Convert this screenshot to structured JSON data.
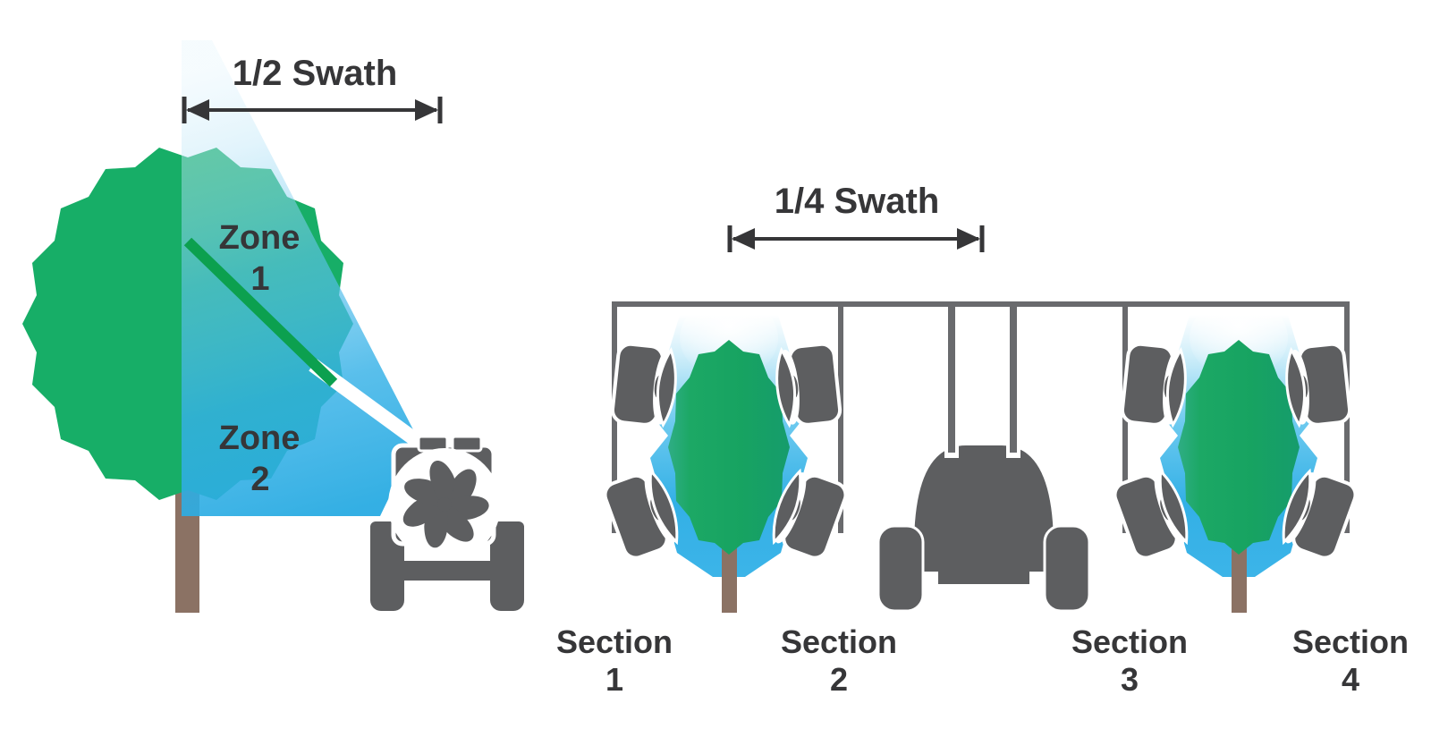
{
  "colors": {
    "tree_green": "#17AE67",
    "branch_green": "#0CA04F",
    "spray_blue": "#29ABE2",
    "spray_light": "#D6EFFB",
    "equipment_gray": "#5D5E60",
    "frame_gray": "#696A6D",
    "trunk_brown": "#8B7264",
    "text_dark": "#363638",
    "background": "#FFFFFF"
  },
  "left_diagram": {
    "swath_label": "1/2 Swath",
    "zones": [
      {
        "label": "Zone",
        "number": "1"
      },
      {
        "label": "Zone",
        "number": "2"
      }
    ]
  },
  "right_diagram": {
    "swath_label": "1/4 Swath",
    "sections": [
      {
        "label": "Section",
        "number": "1"
      },
      {
        "label": "Section",
        "number": "2"
      },
      {
        "label": "Section",
        "number": "3"
      },
      {
        "label": "Section",
        "number": "4"
      }
    ]
  }
}
